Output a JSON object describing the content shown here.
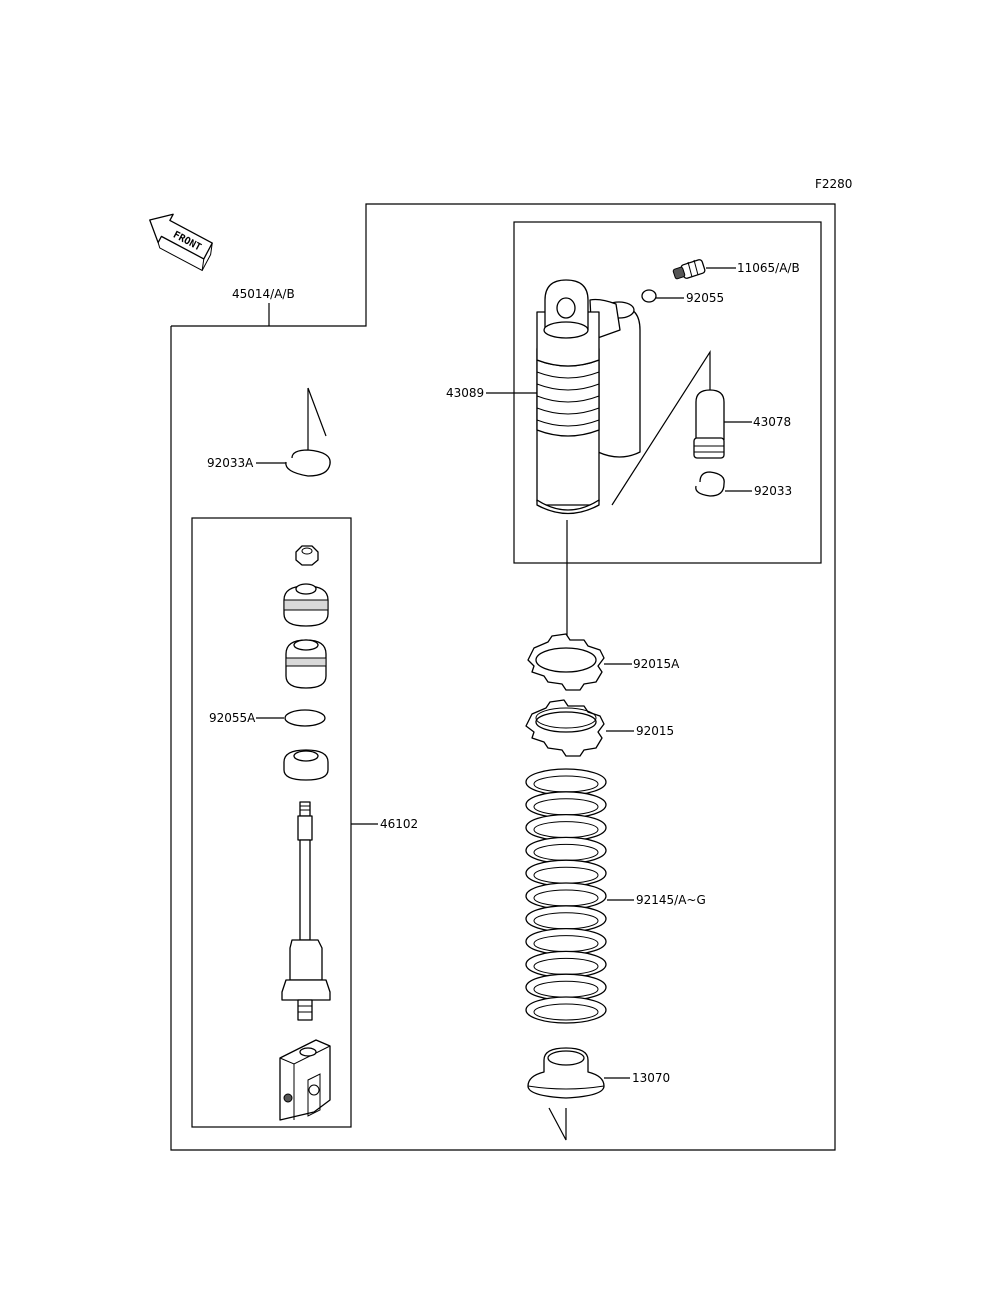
{
  "figure_code": "F2280",
  "front_label": "FRONT",
  "labels": {
    "p45014": "45014/A/B",
    "p11065": "11065/A/B",
    "p92055": "92055",
    "p43089": "43089",
    "p43078": "43078",
    "p92033": "92033",
    "p92033A": "92033A",
    "p92055A": "92055A",
    "p46102": "46102",
    "p92015A": "92015A",
    "p92015": "92015",
    "p92145": "92145/A~G",
    "p13070": "13070"
  }
}
